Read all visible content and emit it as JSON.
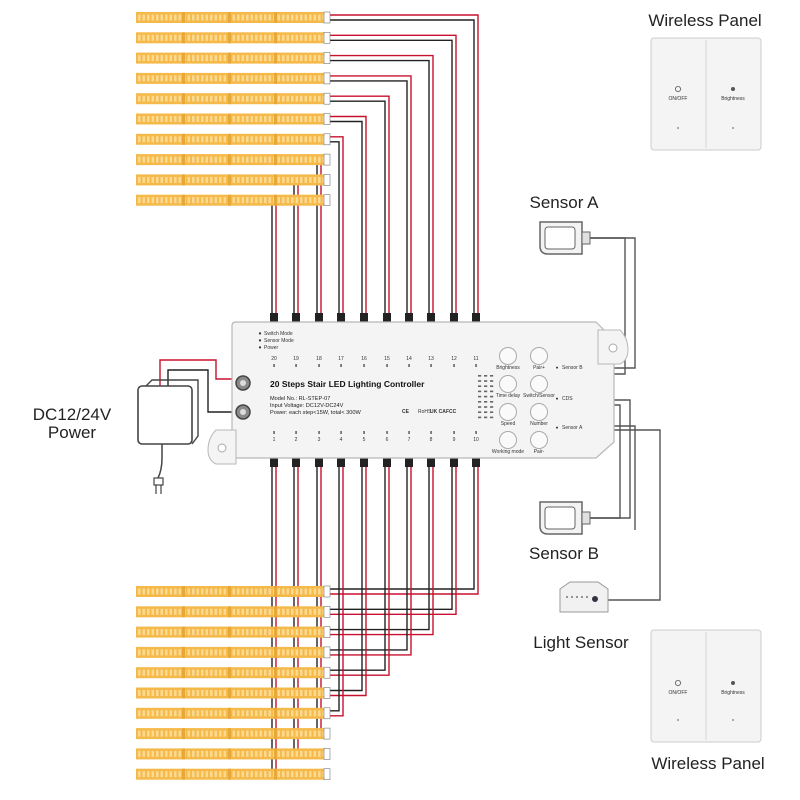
{
  "labels": {
    "wireless_panel_top": "Wireless Panel",
    "wireless_panel_bottom": "Wireless Panel",
    "sensor_a": "Sensor A",
    "sensor_b": "Sensor B",
    "light_sensor": "Light Sensor",
    "power_line1": "DC12/24V",
    "power_line2": "Power"
  },
  "controller": {
    "title": "20 Steps Stair LED Lighting Controller",
    "model": "Model No.: RL-STEP-07",
    "input": "Input Voltage: DC12V-DC24V",
    "power": "Power: each step<15W, total< 300W",
    "indicators": [
      "Switch Mode",
      "Sensor Mode",
      "Power"
    ],
    "top_numbers": [
      "20",
      "19",
      "18",
      "17",
      "16",
      "15",
      "14",
      "13",
      "12",
      "11"
    ],
    "bottom_numbers": [
      "1",
      "2",
      "3",
      "4",
      "5",
      "6",
      "7",
      "8",
      "9",
      "10"
    ],
    "buttons": [
      "Brightness",
      "Pair+",
      "Time delay",
      "Switch/Sensor",
      "Speed",
      "Number",
      "Working mode",
      "Pair-"
    ],
    "port_labels": [
      "Sensor B",
      "CDS",
      "Sensor A"
    ],
    "cert_marks": [
      "CE",
      "RoHS",
      "UK CA",
      "FCC"
    ]
  },
  "panel": {
    "left_label": "ON/OFF",
    "right_label": "Brightness"
  },
  "colors": {
    "led_strip": "#f5b94a",
    "led_chip": "#fbd98f",
    "wire_red": "#c8102e",
    "wire_black": "#222222",
    "wire_gray": "#555555"
  }
}
